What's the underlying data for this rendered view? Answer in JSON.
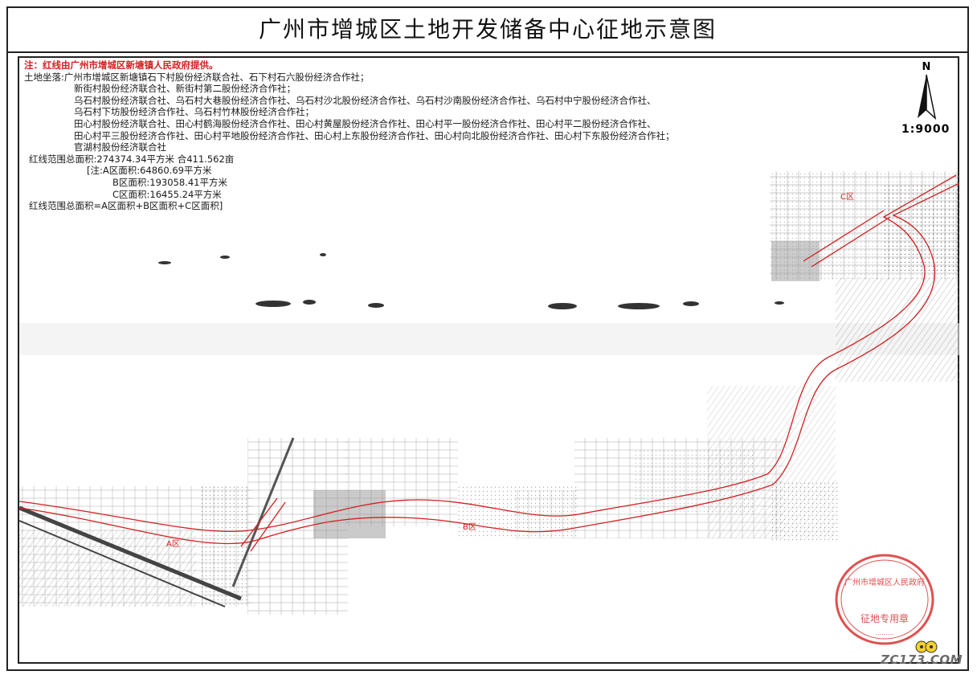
{
  "title": "广州市增城区土地开发储备中心征地示意图",
  "note_red": "注：红线由广州市增城区新塘镇人民政府提供。",
  "location": {
    "label": "土地坐落:",
    "lines": [
      "广州市增城区新塘镇石下村股份经济联合社、石下村石六股份经济合作社；",
      "新街村股份经济联合社、新街村第二股份经济合作社；",
      "乌石村股份经济联合社、乌石村大巷股份经济合作社、乌石村沙北股份经济合作社、乌石村沙南股份经济合作社、乌石村中宁股份经济合作社、",
      "乌石村下坊股份经济合作社、乌石村竹林股份经济合作社；",
      "田心村股份经济联合社、田心村鹤海股份经济合作社、田心村黄屋股份经济合作社、田心村平一股份经济合作社、田心村平二股份经济合作社、",
      "田心村平三股份经济合作社、田心村平地股份经济合作社、田心村上东股份经济合作社、田心村向北股份经济合作社、田心村下东股份经济合作社；",
      "官湖村股份经济联合社"
    ]
  },
  "area": {
    "total": "红线范围总面积:274374.34平方米  合411.562亩",
    "a": "[注:A区面积:64860.69平方米",
    "b": "B区面积:193058.41平方米",
    "c": "C区面积:16455.24平方米",
    "formula": "红线范围总面积=A区面积+B区面积+C区面积]"
  },
  "north_label": "N",
  "scale": "1:9000",
  "zones": {
    "a": "A区",
    "b": "B区",
    "c": "C区"
  },
  "stamp": {
    "top": "广州市增城区人民政府",
    "bottom": "征地专用章"
  },
  "watermark": "ZC173.COM",
  "colors": {
    "redline": "#d42020",
    "stamp": "#e05050",
    "map_gray": "#b8b8b8"
  }
}
